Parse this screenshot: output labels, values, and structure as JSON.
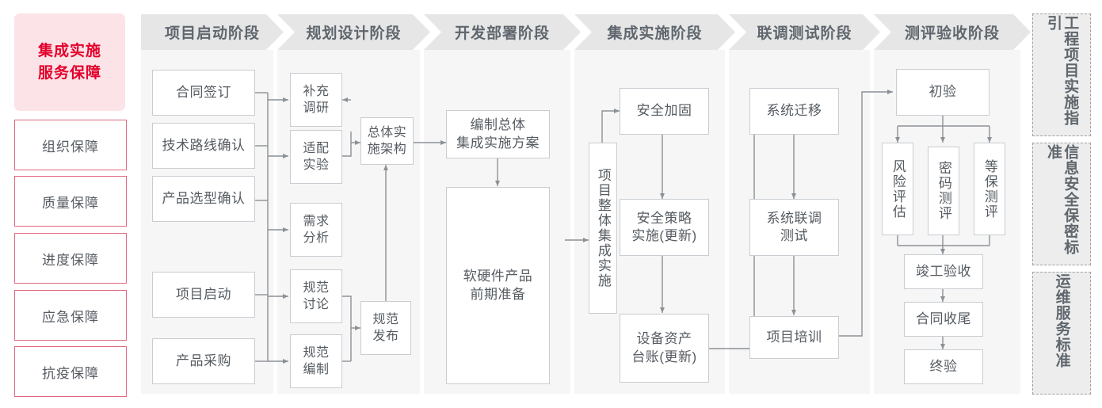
{
  "guarantee": {
    "title": "集成实施\n服务保障",
    "title_lines": [
      "集成实施",
      "服务保障"
    ],
    "items": [
      {
        "label": "组织保障"
      },
      {
        "label": "质量保障"
      },
      {
        "label": "进度保障"
      },
      {
        "label": "应急保障"
      },
      {
        "label": "抗疫保障"
      }
    ]
  },
  "stages": [
    {
      "id": "stage-1",
      "header": "项目启动阶段",
      "nodes": [
        {
          "label": "合同签订"
        },
        {
          "label": "技术路线确认"
        },
        {
          "label": "产品选型确认"
        },
        {
          "label": "项目启动"
        },
        {
          "label": "产品采购"
        }
      ]
    },
    {
      "id": "stage-2",
      "header": "规划设计阶段",
      "nodes": [
        {
          "label": "补充\n调研"
        },
        {
          "label": "适配\n实验"
        },
        {
          "label": "需求\n分析"
        },
        {
          "label": "规范\n讨论"
        },
        {
          "label": "规范\n编制"
        },
        {
          "label": "总体实\n施架构"
        },
        {
          "label": "规范\n发布"
        }
      ]
    },
    {
      "id": "stage-3",
      "header": "开发部署阶段",
      "nodes": [
        {
          "label": "编制总体\n集成实施方案"
        },
        {
          "label": "软硬件产品\n前期准备"
        }
      ]
    },
    {
      "id": "stage-4",
      "header": "集成实施阶段",
      "nodes": [
        {
          "label": "项目整体集成实施"
        },
        {
          "label": "安全加固"
        },
        {
          "label": "安全策略\n实施(更新)"
        },
        {
          "label": "设备资产\n台账(更新)"
        }
      ]
    },
    {
      "id": "stage-5",
      "header": "联调测试阶段",
      "nodes": [
        {
          "label": "系统迁移"
        },
        {
          "label": "系统联调\n测试"
        },
        {
          "label": "项目培训"
        }
      ]
    },
    {
      "id": "stage-6",
      "header": "测评验收阶段",
      "nodes": [
        {
          "label": "初验"
        },
        {
          "label": "风险评估"
        },
        {
          "label": "密码测评"
        },
        {
          "label": "等保测评"
        },
        {
          "label": "竣工验收"
        },
        {
          "label": "合同收尾"
        },
        {
          "label": "终验"
        }
      ]
    }
  ],
  "standards": [
    {
      "label": "工程项目实施指引"
    },
    {
      "label": "信息安全保密标准"
    },
    {
      "label": "运维服务标准"
    }
  ],
  "colors": {
    "brand_red": "#e3002b",
    "brand_red_soft": "#e2687f",
    "brand_red_bg": "#fbe3e8",
    "panel_bg": "#f6f6f6",
    "header_bg": "#e6e6e6",
    "node_border": "#c9cdd2",
    "text": "#555b61",
    "link": "#8c9196"
  }
}
